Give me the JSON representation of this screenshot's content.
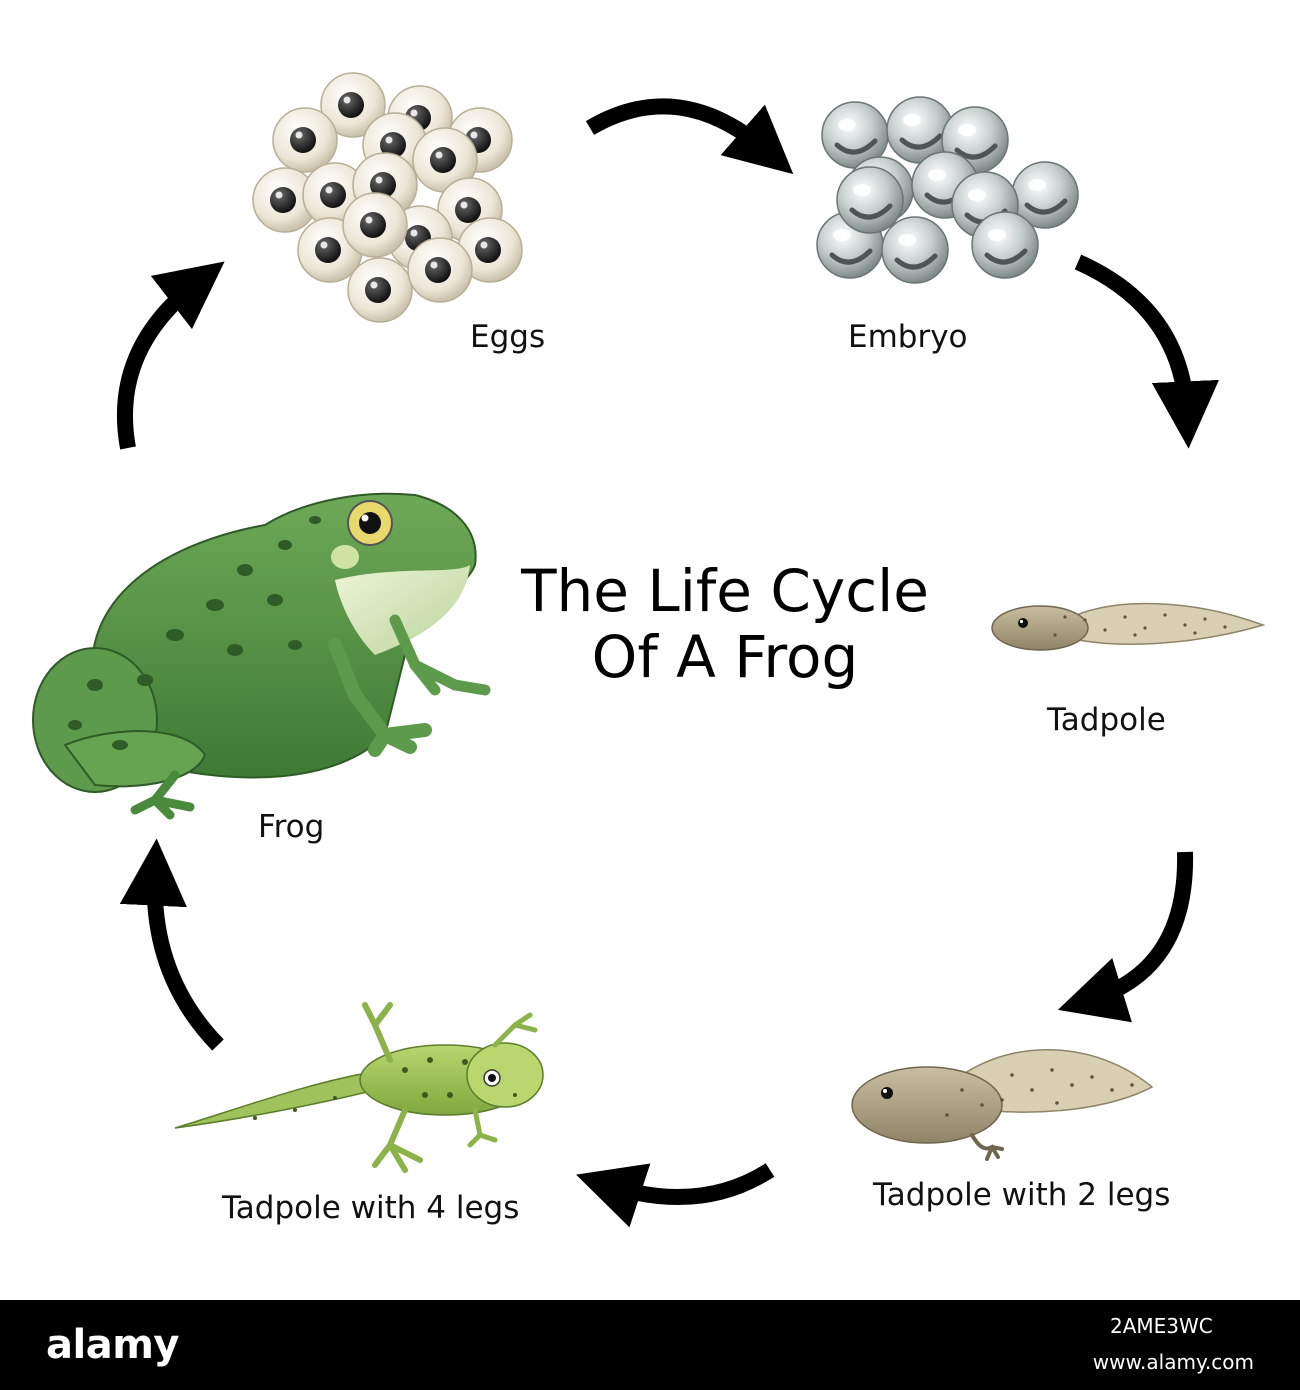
{
  "title": {
    "line1": "The Life Cycle",
    "line2": "Of A Frog"
  },
  "stages": {
    "eggs": "Eggs",
    "embryo": "Embryo",
    "tadpole": "Tadpole",
    "tadpole_2_legs": "Tadpole with 2 legs",
    "tadpole_4_legs": "Tadpole with 4 legs",
    "frog": "Frog"
  },
  "footer": {
    "logo_text": "alamy",
    "image_id": "2AME3WC",
    "url": "www.alamy.com"
  },
  "colors": {
    "arrow": "#000000",
    "frog_green": "#5f9a4a",
    "tadpole_tan": "#b0a58a",
    "egg_cream": "#f1ece0",
    "embryo_grey": "#a9b3b2",
    "footer_bg": "#000000"
  }
}
